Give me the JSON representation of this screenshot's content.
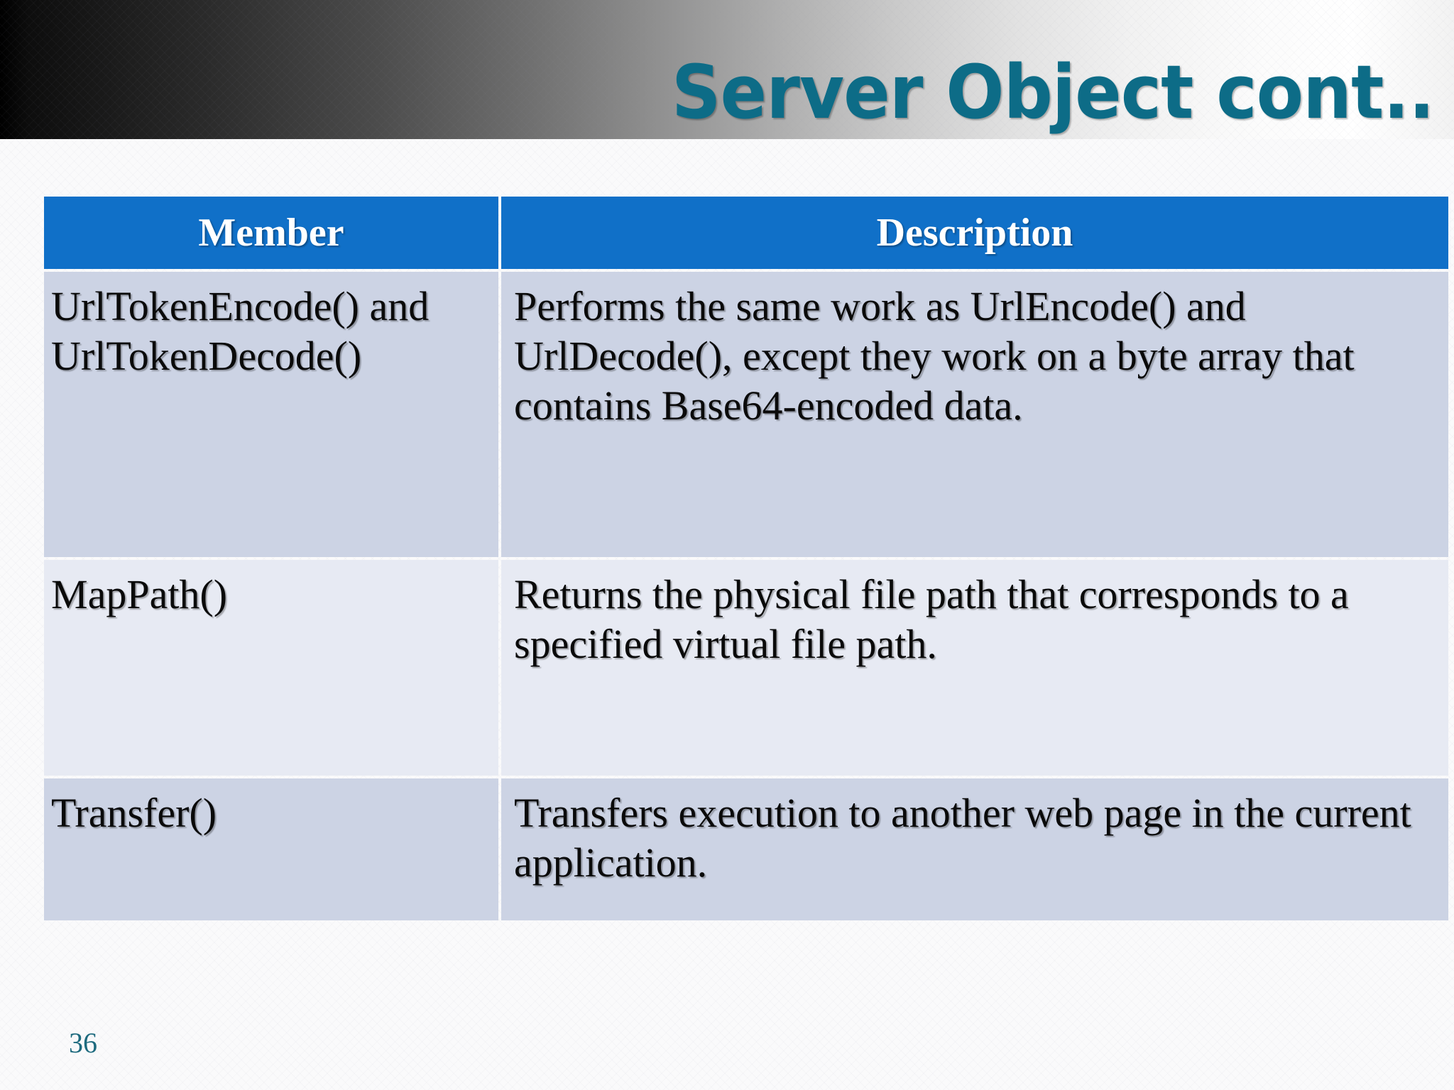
{
  "slide": {
    "title": "Server Object cont..",
    "page_number": "36",
    "accent_color": "#0d6c87",
    "header_color": "#1070c8",
    "row_shade_a": "#ccd3e4",
    "row_shade_b": "#e7eaf3"
  },
  "table": {
    "columns": [
      "Member",
      "Description"
    ],
    "rows": [
      {
        "member": "UrlTokenEncode() and UrlTokenDecode()",
        "description": "Performs the same work as UrlEncode() and UrlDecode(), except they work on a byte array that contains Base64-encoded data."
      },
      {
        "member": "MapPath()",
        "description": "Returns the physical file path that corresponds to a specified virtual file path."
      },
      {
        "member": "Transfer()",
        "description": "Transfers execution to another web page in the current application."
      }
    ]
  }
}
